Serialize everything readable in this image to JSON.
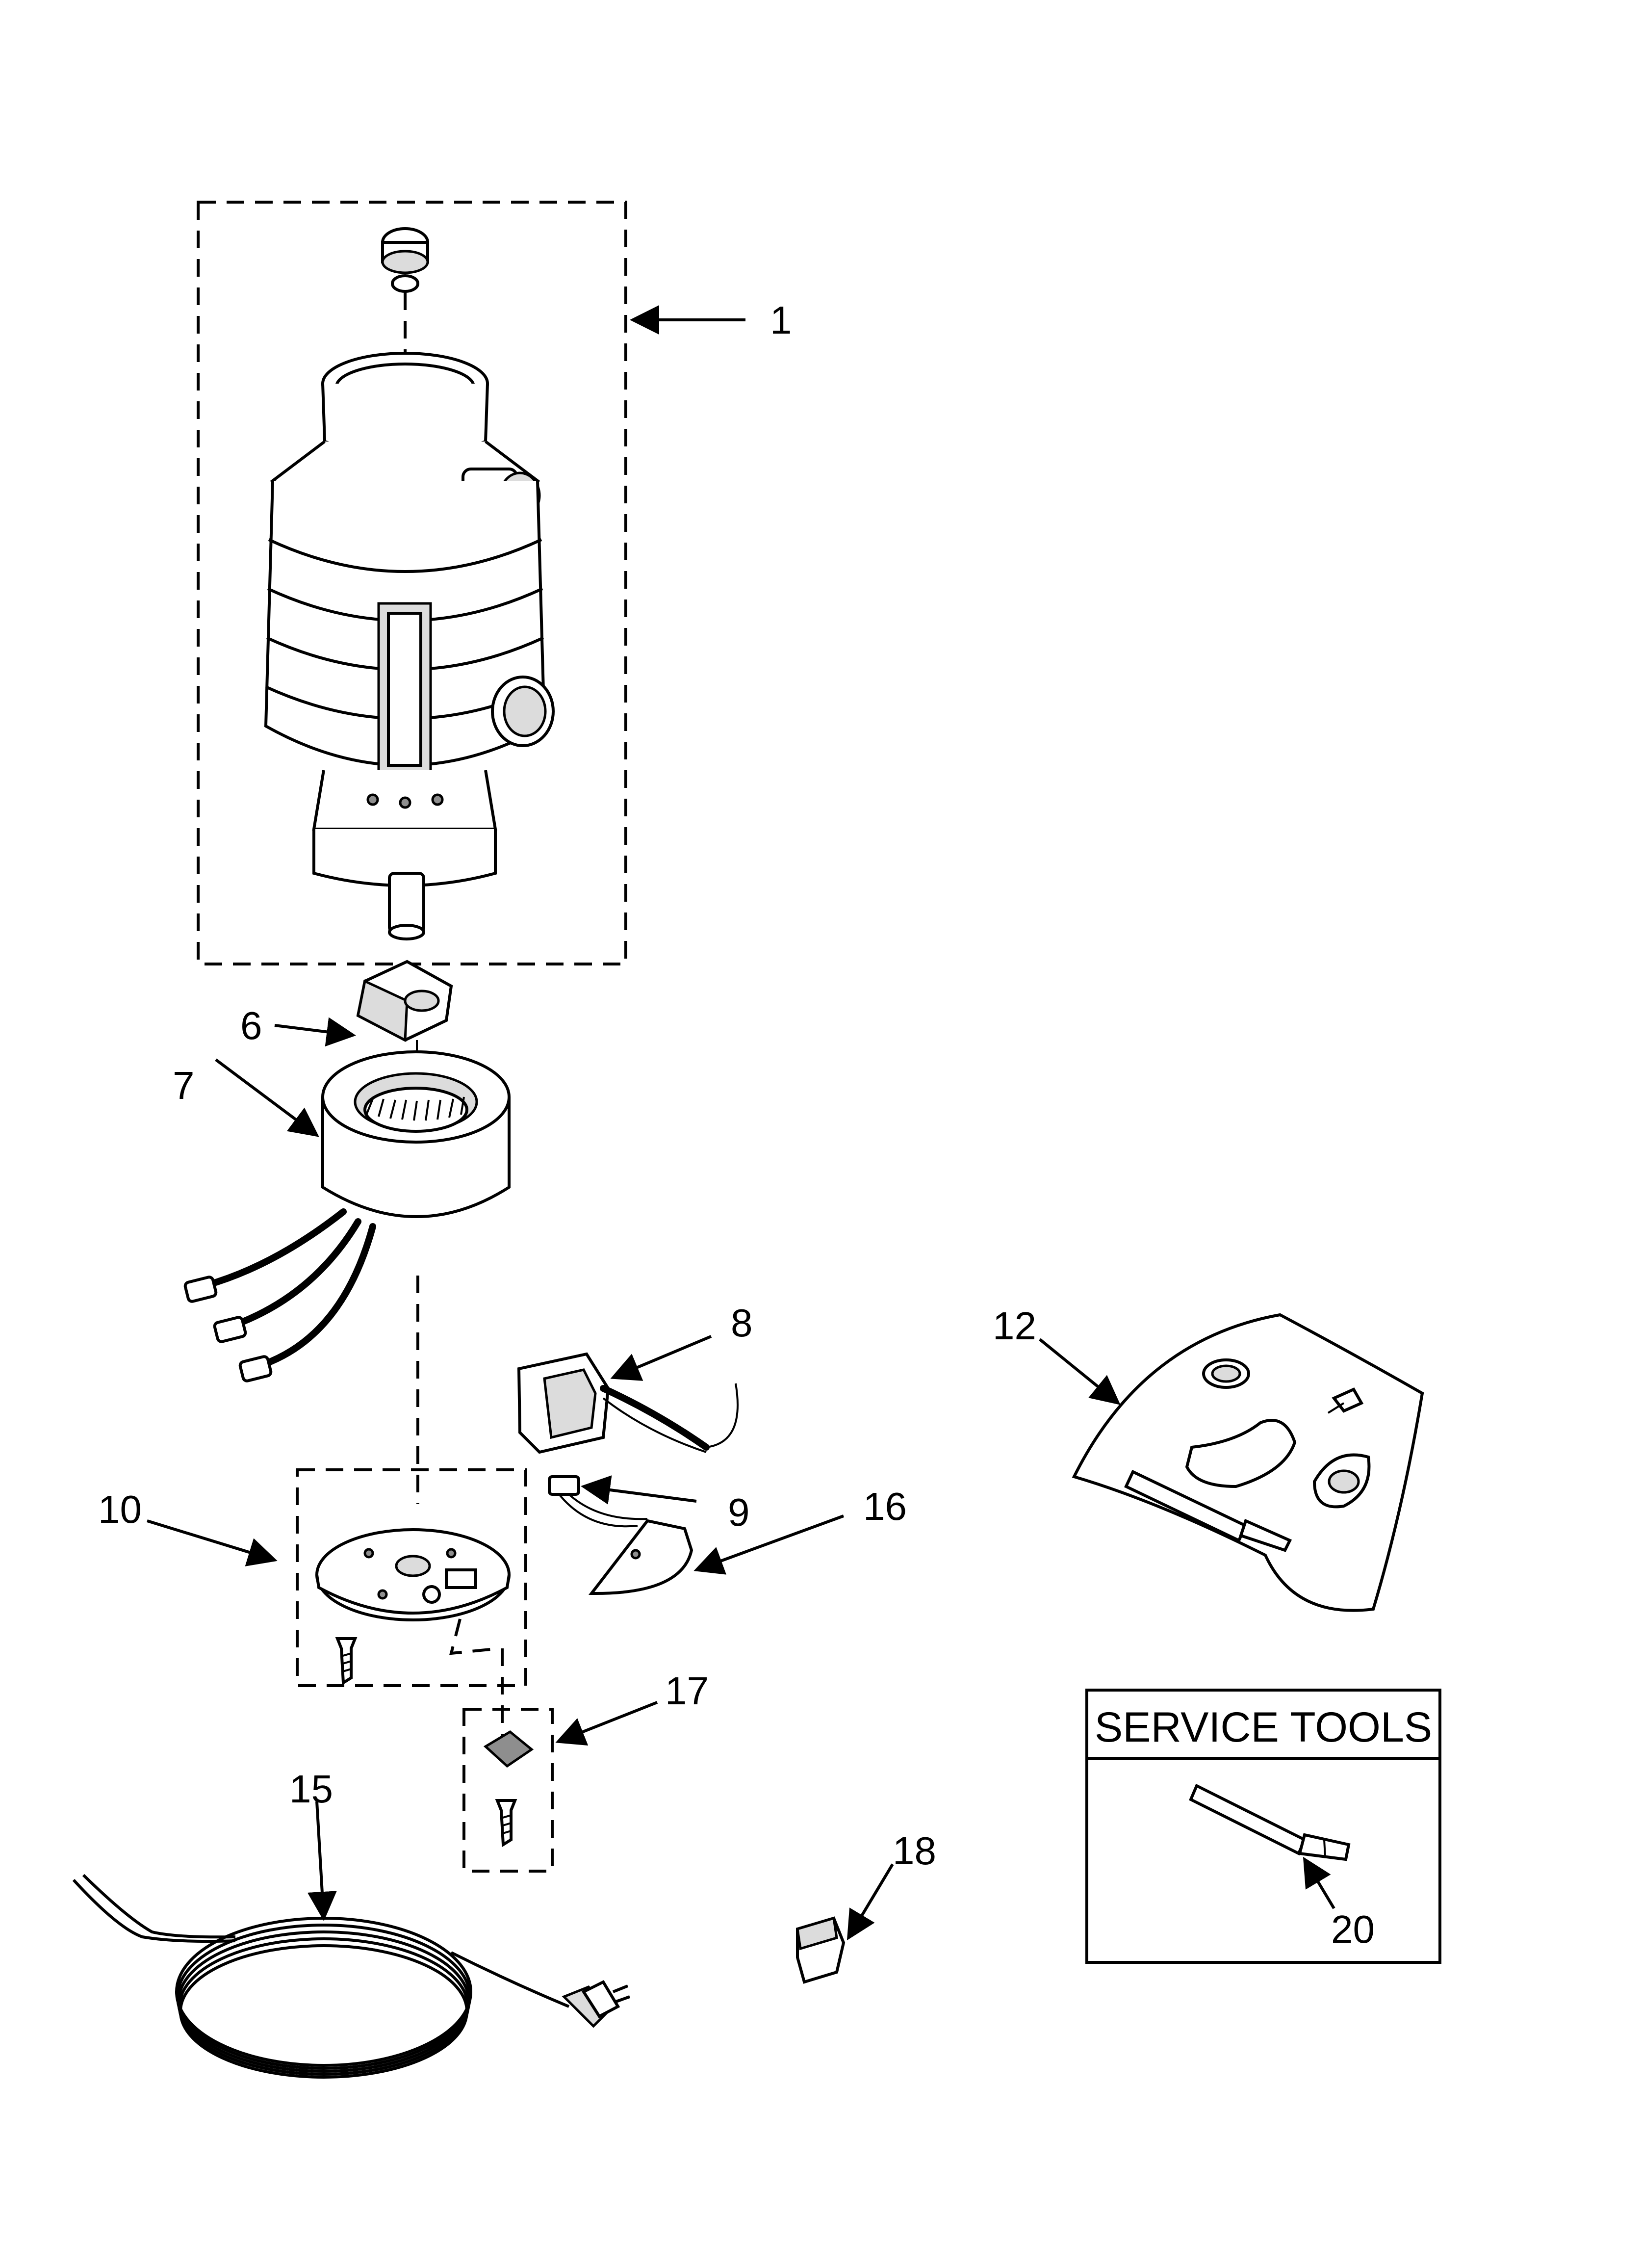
{
  "labels": {
    "p1": "1",
    "p6": "6",
    "p7": "7",
    "p8": "8",
    "p9": "9",
    "p10": "10",
    "p12": "12",
    "p15": "15",
    "p16": "16",
    "p17": "17",
    "p18": "18",
    "p20": "20"
  },
  "service_tools": {
    "title": "SERVICE TOOLS"
  },
  "colors": {
    "ink": "#000000",
    "background": "#ffffff",
    "shade": "#dcdcdc"
  }
}
